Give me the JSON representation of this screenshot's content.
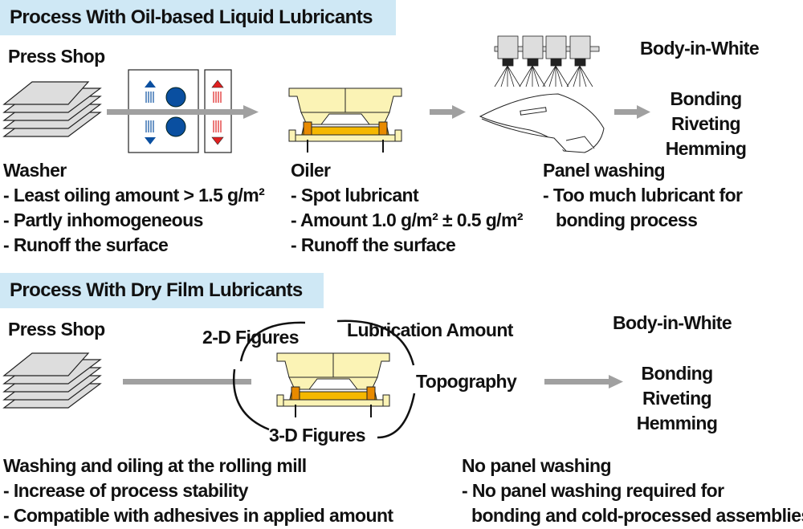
{
  "top": {
    "header": "Process With Oil-based Liquid Lubricants",
    "press_shop": "Press Shop",
    "body_in_white": "Body-in-White",
    "joining": [
      "Bonding",
      "Riveting",
      "Hemming"
    ],
    "washer": {
      "title": "Washer",
      "lines": [
        "- Least oiling amount > 1.5 g/m²",
        "- Partly inhomogeneous",
        "- Runoff the surface"
      ]
    },
    "oiler": {
      "title": "Oiler",
      "lines": [
        "- Spot lubricant",
        "- Amount 1.0 g/m² ± 0.5 g/m²",
        "- Runoff the surface"
      ]
    },
    "panel_washing": {
      "title": "Panel washing",
      "lines": [
        "- Too much lubricant for",
        "bonding process"
      ]
    }
  },
  "bottom": {
    "header": "Process With Dry Film Lubricants",
    "press_shop": "Press Shop",
    "body_in_white": "Body-in-White",
    "joining": [
      "Bonding",
      "Riveting",
      "Hemming"
    ],
    "labels": {
      "figures_2d": "2-D Figures",
      "lubrication_amount": "Lubrication Amount",
      "topography": "Topography",
      "figures_3d": "3-D Figures"
    },
    "rolling_mill": {
      "title": "Washing and oiling at the rolling mill",
      "lines": [
        "- Increase of process stability",
        "- Compatible with adhesives in applied amount"
      ]
    },
    "no_panel_washing": {
      "title": "No panel washing",
      "lines": [
        "- No panel washing required for",
        "bonding and cold-processed assemblies"
      ]
    }
  },
  "colors": {
    "header_bg": "#cfe8f5",
    "arrow": "#a0a0a0",
    "die_yellow": "#fbf3b5",
    "die_orange": "#f5b800",
    "blue": "#0a4fa0",
    "red": "#e02020"
  }
}
